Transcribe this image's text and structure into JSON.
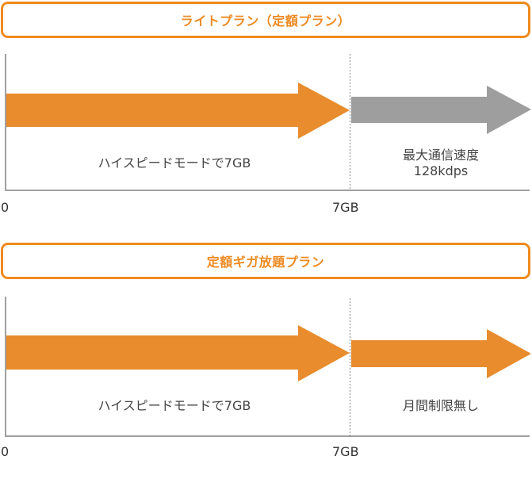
{
  "colors": {
    "accent": "#f08a1e",
    "arrow_orange": "#e88c2d",
    "arrow_gray": "#9e9e9e",
    "axis": "#a0a0a0",
    "text": "#444444"
  },
  "plans": [
    {
      "title": "ライトプラン（定額プラン）",
      "segments": [
        {
          "label": "ハイスピードモードで7GB",
          "color": "orange"
        },
        {
          "label_line1": "最大通信速度",
          "label_line2": "128kdps",
          "color": "gray"
        }
      ],
      "axis_ticks": [
        "0",
        "7GB"
      ]
    },
    {
      "title": "定額ギガ放題プラン",
      "segments": [
        {
          "label": "ハイスピードモードで7GB",
          "color": "orange"
        },
        {
          "label_line1": "月間制限無し",
          "label_line2": "",
          "color": "orange"
        }
      ],
      "axis_ticks": [
        "0",
        "7GB"
      ]
    }
  ]
}
